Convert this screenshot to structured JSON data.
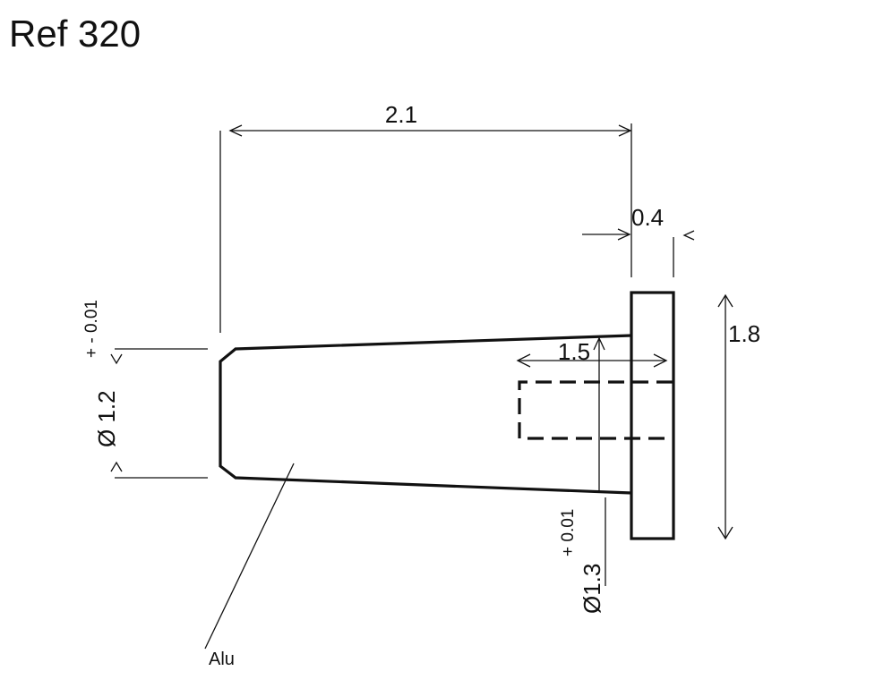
{
  "title": "Ref 320",
  "dimensions": {
    "total_length": "2.1",
    "head_thickness": "0.4",
    "head_diameter": "1.8",
    "bore_depth": "1.5",
    "tip_diameter": "Ø 1.2",
    "tip_tolerance": "+ - 0.01",
    "base_diameter": "Ø1.3",
    "base_tolerance": "+ 0.01"
  },
  "material": "Alu",
  "colors": {
    "ink": "#111111",
    "background": "#ffffff"
  }
}
